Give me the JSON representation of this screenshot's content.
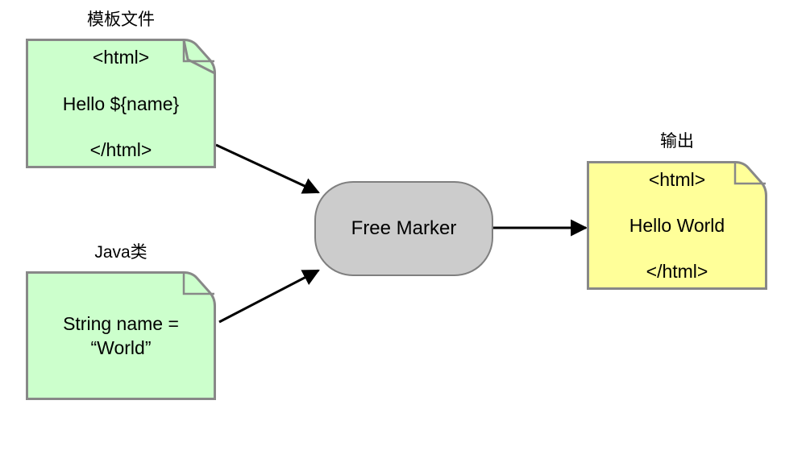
{
  "diagram": {
    "title_visible": false,
    "background": "#ffffff",
    "colors": {
      "template_fill": "#ccffcc",
      "java_fill": "#ccffcc",
      "output_fill": "#ffff99",
      "process_fill": "#cccccc",
      "note_border": "#888888",
      "process_border": "#7f7f7f",
      "arrow": "#000000",
      "text": "#000000"
    },
    "nodes": {
      "template": {
        "caption": "模板文件",
        "line_top": "<html>",
        "line_mid": "Hello ${name}",
        "line_bottom": "</html>"
      },
      "java": {
        "caption": "Java类",
        "line_top": "",
        "line_mid_1": "String name =",
        "line_mid_2": "“World”",
        "line_bottom": ""
      },
      "process": {
        "label": "Free Marker"
      },
      "output": {
        "caption": "输出",
        "line_top": "<html>",
        "line_mid": "Hello World",
        "line_bottom": "</html>"
      }
    },
    "edges": [
      {
        "name": "template-to-freemarker",
        "label": ""
      },
      {
        "name": "java-to-freemarker",
        "label": ""
      },
      {
        "name": "freemarker-to-output",
        "label": ""
      }
    ]
  }
}
